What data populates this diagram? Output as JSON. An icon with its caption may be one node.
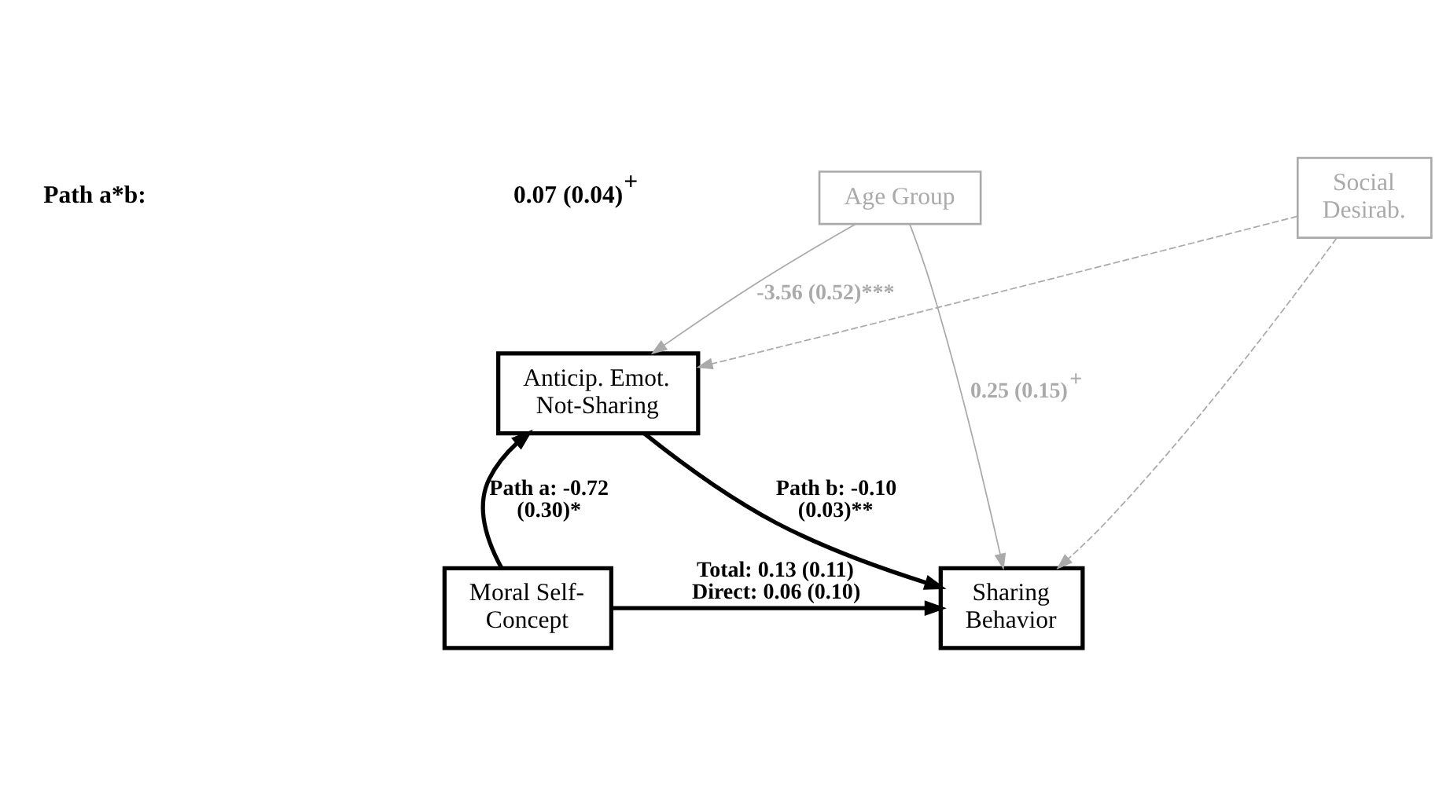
{
  "diagram": {
    "nodes": [
      {
        "text": [
          "Social Desirab."
        ]
      },
      {
        "text": [
          "Age Group"
        ]
      },
      {
        "text": [
          "Anticip. Emot. Not-Sharing"
        ]
      },
      {
        "text": [
          "Moral Self-Concept"
        ]
      },
      {
        "text": [
          "Sharing Behavior"
        ]
      }
    ],
    "edges": [
      {
        "from": 0,
        "to": 2,
        "arrow": "to",
        "style": "dashed",
        "color": "#aaaaaa"
      },
      {
        "from": 0,
        "to": 4,
        "arrow": "to",
        "style": "dashed",
        "color": "#aaaaaa"
      },
      {
        "from": 1,
        "to": 2,
        "arrow": "to",
        "label": "-3.56 (0.52)***",
        "color": "#aaaaaa"
      },
      {
        "from": 1,
        "to": 4,
        "arrow": "to",
        "label": "0.25 (0.15)$^{+}$",
        "color": "#aaaaaa"
      },
      {
        "from": 3,
        "to": 2,
        "arrow": "to",
        "label": "Path a: -0.72 (0.30)*",
        "style": "thick",
        "color": "#000000"
      },
      {
        "from": 2,
        "to": 4,
        "arrow": "to",
        "label": "Path b: -0.10 (0.03)**",
        "style": "thick",
        "color": "#000000"
      },
      {
        "from": 3,
        "to": 4,
        "arrow": "to",
        "label": "Total: 0.13 (0.11) Direct: 0.06 (0.10)",
        "style": "thick",
        "color": "#000000"
      }
    ],
    "labels": [
      "Path a*b:",
      "0.07 (0.04)$^{+}$"
    ]
  }
}
